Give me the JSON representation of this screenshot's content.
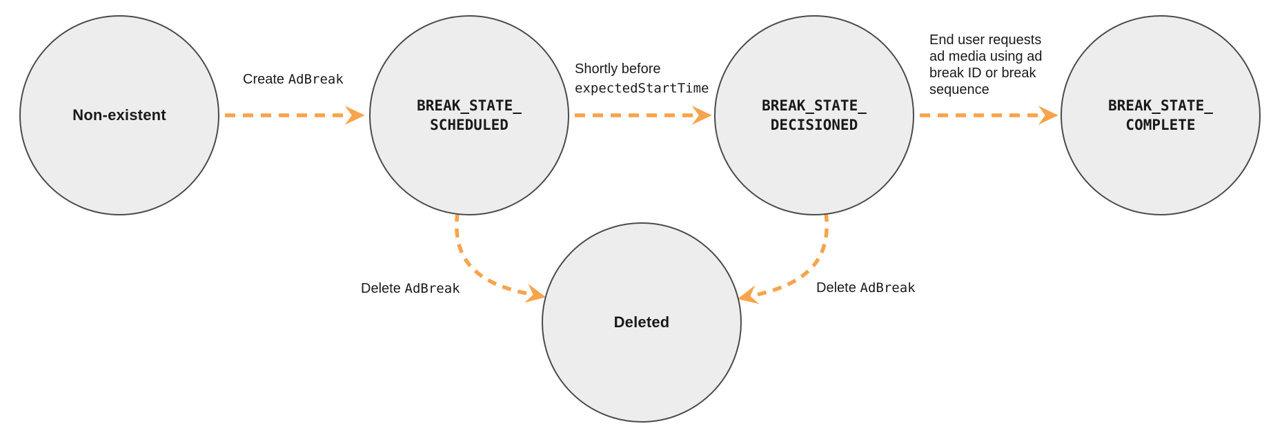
{
  "diagram": {
    "colors": {
      "arrow": "#f7a44c",
      "node_fill": "#ededed",
      "node_stroke": "#4a4a4a",
      "text": "#1a1a1a"
    },
    "states": [
      {
        "name": "Non-existent"
      },
      {
        "line1": "BREAK_STATE_",
        "line2": "SCHEDULED"
      },
      {
        "line1": "BREAK_STATE_",
        "line2": "DECISIONED"
      },
      {
        "line1": "BREAK_STATE_",
        "line2": "COMPLETE"
      },
      {
        "name": "Deleted"
      }
    ],
    "transitions": [
      {
        "from": "Non-existent",
        "to": "BREAK_STATE_SCHEDULED",
        "text_plain": "Create",
        "text_code": "AdBreak"
      },
      {
        "from": "BREAK_STATE_SCHEDULED",
        "to": "BREAK_STATE_DECISIONED",
        "line_plain": "Shortly before",
        "line_code": "expectedStartTime"
      },
      {
        "from": "BREAK_STATE_DECISIONED",
        "to": "BREAK_STATE_COMPLETE",
        "text": "End user requests\nad media using ad\nbreak ID or break\nsequence"
      },
      {
        "from": "BREAK_STATE_SCHEDULED",
        "to": "Deleted",
        "text_plain": "Delete",
        "text_code": "AdBreak"
      },
      {
        "from": "BREAK_STATE_DECISIONED",
        "to": "Deleted",
        "text_plain": "Delete",
        "text_code": "AdBreak"
      }
    ]
  }
}
